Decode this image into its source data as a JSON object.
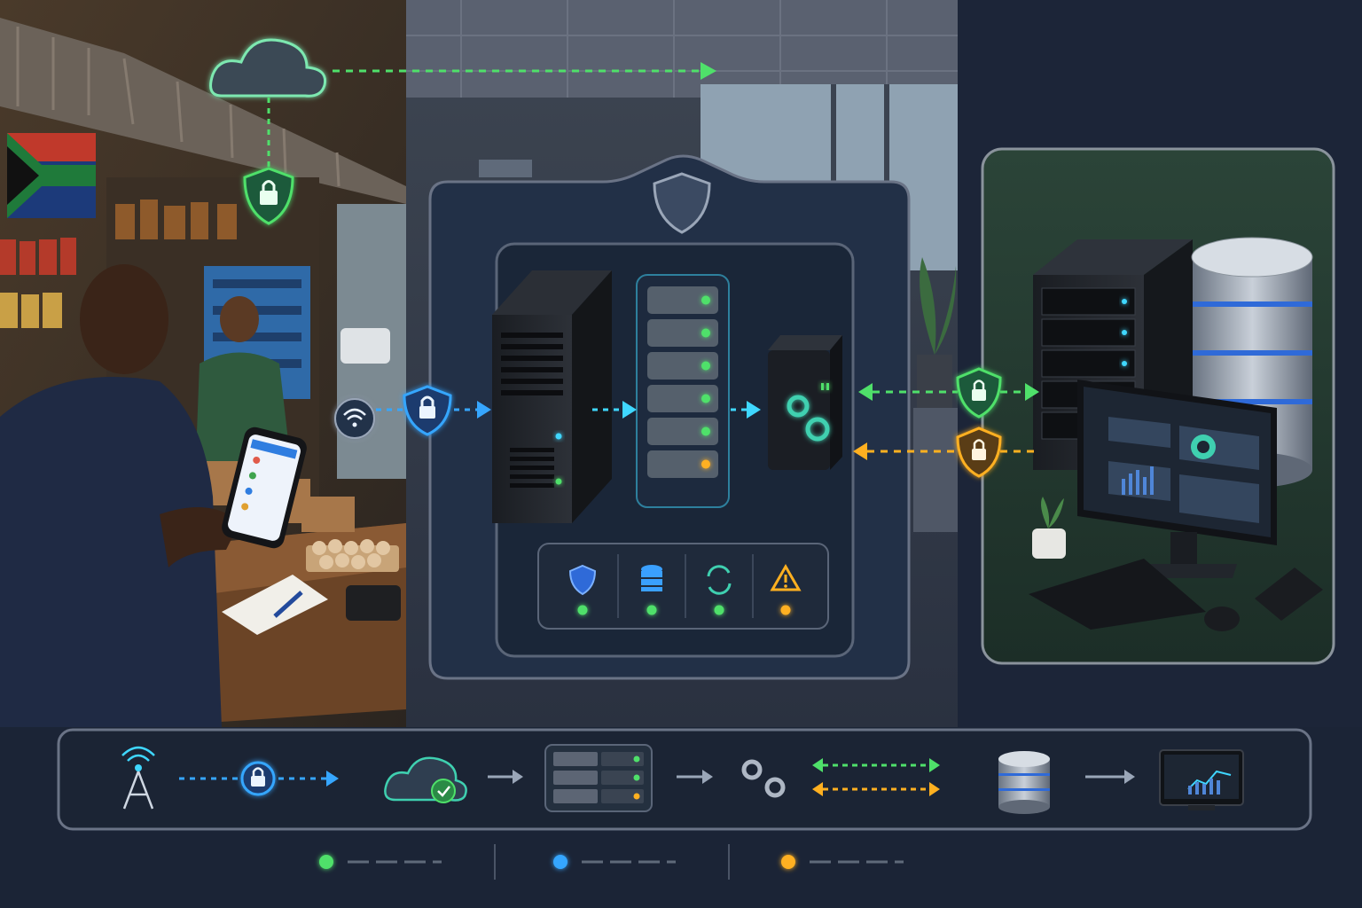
{
  "diagram": {
    "theme": {
      "background": "#1b2436",
      "panel": "#223047",
      "panel_border": "#5a6578",
      "green": "#4fe06a",
      "blue": "#36a6ff",
      "amber": "#ffb020",
      "cyan": "#3fd7ff"
    },
    "icons": {
      "cloud": "cloud-icon",
      "lock": "lock-icon",
      "shield": "shield-icon",
      "wifi": "wifi-icon",
      "server_tower": "server-tower-icon",
      "server_rack": "server-rack-icon",
      "gears": "gears-icon",
      "database": "database-icon",
      "sync": "sync-icon",
      "warning": "warning-icon",
      "cell_tower": "cell-tower-icon",
      "monitor": "monitor-icon"
    },
    "status_bar": {
      "items": [
        {
          "icon": "shield-icon",
          "status": "green"
        },
        {
          "icon": "database-icon",
          "status": "green"
        },
        {
          "icon": "sync-icon",
          "status": "green"
        },
        {
          "icon": "warning-icon",
          "status": "amber"
        }
      ]
    },
    "rack_leds": [
      "green",
      "green",
      "green",
      "green",
      "green",
      "amber"
    ],
    "legend": [
      {
        "color": "green"
      },
      {
        "color": "blue"
      },
      {
        "color": "amber"
      }
    ]
  }
}
